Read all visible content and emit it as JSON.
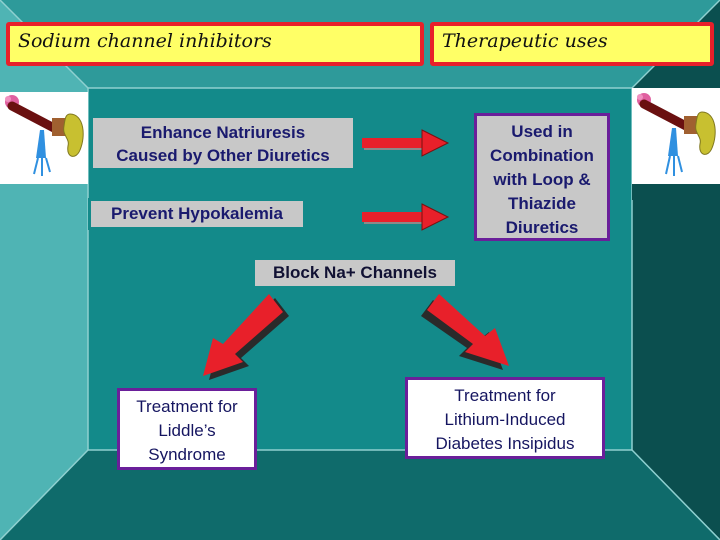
{
  "header": {
    "left_title": "Sodium channel inhibitors",
    "right_title": "Therapeutic uses"
  },
  "boxes": {
    "enhance": [
      "Enhance Natriuresis",
      "Caused by Other Diuretics"
    ],
    "prevent": "Prevent Hypokalemia",
    "combination": [
      "Used in",
      "Combination",
      "with Loop &",
      "Thiazide",
      "Diuretics"
    ],
    "block": "Block Na+ Channels",
    "liddle": [
      "Treatment for",
      "Liddle’s",
      "Syndrome"
    ],
    "lithium": [
      "Treatment for",
      "Lithium-Induced",
      "Diabetes Insipidus"
    ]
  },
  "icons": [
    "faucet-icon",
    "kidney-icon",
    "arrow-right-icon",
    "arrow-down-left-icon",
    "arrow-down-right-icon"
  ],
  "colors": {
    "room_back_wall": "#138a8a",
    "room_floor": "#0f6b6b",
    "room_side_wall": "#4fb4b4",
    "room_dark_wall": "#0b4f4f",
    "title_fill": "#ffff66",
    "title_border": "#e8202a",
    "arrow_red": "#e8202a",
    "box_border_purple": "#6a1f9a"
  }
}
